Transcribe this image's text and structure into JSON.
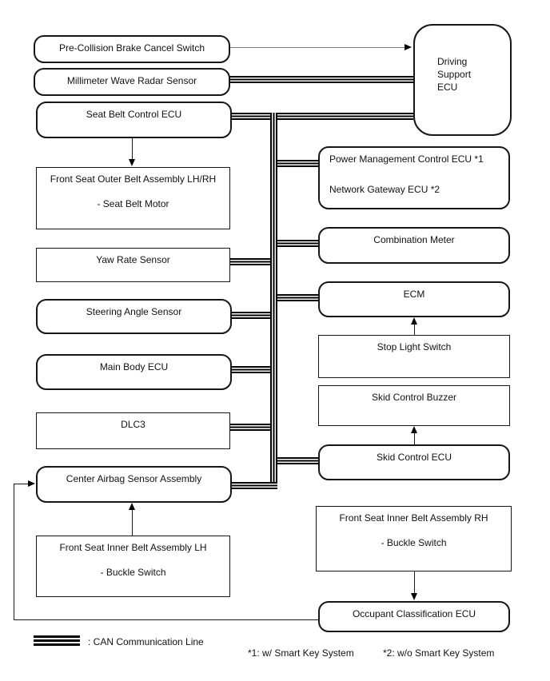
{
  "diagram": {
    "title_context": "CAN communication system diagram",
    "colors": {
      "background": "#ffffff",
      "line": "#000000",
      "signal_line": "#808080"
    },
    "nodes": {
      "pre_collision_brake_cancel_switch": {
        "label": "Pre-Collision Brake Cancel Switch",
        "shape": "rounded"
      },
      "millimeter_wave_radar_sensor": {
        "label": "Millimeter Wave Radar Sensor",
        "shape": "rounded"
      },
      "seat_belt_control_ecu": {
        "label": "Seat Belt Control ECU",
        "shape": "rounded"
      },
      "front_seat_outer_belt_assembly": {
        "label": "Front Seat Outer Belt Assembly LH/RH",
        "sublabel": "- Seat Belt Motor",
        "shape": "rect"
      },
      "yaw_rate_sensor": {
        "label": "Yaw Rate Sensor",
        "shape": "rect"
      },
      "steering_angle_sensor": {
        "label": "Steering Angle Sensor",
        "shape": "rounded"
      },
      "main_body_ecu": {
        "label": "Main Body ECU",
        "shape": "rounded"
      },
      "dlc3": {
        "label": "DLC3",
        "shape": "rect"
      },
      "center_airbag_sensor_assembly": {
        "label": "Center Airbag Sensor Assembly",
        "shape": "rounded"
      },
      "front_seat_inner_belt_assembly_lh": {
        "label": "Front Seat Inner Belt Assembly LH",
        "sublabel": "- Buckle Switch",
        "shape": "rect"
      },
      "driving_support_ecu": {
        "label": "Driving\nSupport\nECU",
        "shape": "rounded"
      },
      "power_management_control_ecu": {
        "label": "Power Management Control ECU *1",
        "sublabel": "Network Gateway ECU *2",
        "shape": "rounded"
      },
      "combination_meter": {
        "label": "Combination Meter",
        "shape": "rounded"
      },
      "ecm": {
        "label": "ECM",
        "shape": "rounded"
      },
      "stop_light_switch": {
        "label": "Stop Light Switch",
        "shape": "rect"
      },
      "skid_control_buzzer": {
        "label": "Skid Control Buzzer",
        "shape": "rect"
      },
      "skid_control_ecu": {
        "label": "Skid Control ECU",
        "shape": "rounded"
      },
      "front_seat_inner_belt_assembly_rh": {
        "label": "Front Seat Inner Belt Assembly RH",
        "sublabel": "- Buckle Switch",
        "shape": "rect"
      },
      "occupant_classification_ecu": {
        "label": "Occupant Classification ECU",
        "shape": "rounded"
      }
    },
    "connections": [
      {
        "from": "pre_collision_brake_cancel_switch",
        "to": "driving_support_ecu",
        "type": "signal-arrow"
      },
      {
        "from": "millimeter_wave_radar_sensor",
        "to": "driving_support_ecu",
        "type": "can"
      },
      {
        "from": "seat_belt_control_ecu",
        "to": "driving_support_ecu",
        "type": "can"
      },
      {
        "from": "seat_belt_control_ecu",
        "to": "front_seat_outer_belt_assembly",
        "type": "signal-arrow"
      },
      {
        "from": "can_trunk",
        "to": "power_management_control_ecu",
        "type": "can"
      },
      {
        "from": "can_trunk",
        "to": "combination_meter",
        "type": "can"
      },
      {
        "from": "can_trunk",
        "to": "ecm",
        "type": "can"
      },
      {
        "from": "can_trunk",
        "to": "skid_control_ecu",
        "type": "can"
      },
      {
        "from": "yaw_rate_sensor",
        "to": "can_trunk",
        "type": "can"
      },
      {
        "from": "steering_angle_sensor",
        "to": "can_trunk",
        "type": "can"
      },
      {
        "from": "main_body_ecu",
        "to": "can_trunk",
        "type": "can"
      },
      {
        "from": "dlc3",
        "to": "can_trunk",
        "type": "can"
      },
      {
        "from": "center_airbag_sensor_assembly",
        "to": "can_trunk",
        "type": "can"
      },
      {
        "from": "stop_light_switch",
        "to": "ecm",
        "type": "signal-arrow"
      },
      {
        "from": "skid_control_ecu",
        "to": "skid_control_buzzer",
        "type": "signal-arrow"
      },
      {
        "from": "front_seat_inner_belt_assembly_lh",
        "to": "center_airbag_sensor_assembly",
        "type": "signal-arrow"
      },
      {
        "from": "front_seat_inner_belt_assembly_rh",
        "to": "occupant_classification_ecu",
        "type": "signal-arrow"
      },
      {
        "from": "occupant_classification_ecu",
        "to": "center_airbag_sensor_assembly",
        "type": "signal-arrow"
      }
    ],
    "legend": {
      "can_line_label": ": CAN Communication Line"
    },
    "footnotes": {
      "note1": "*1: w/ Smart Key System",
      "note2": "*2: w/o Smart Key System"
    }
  }
}
